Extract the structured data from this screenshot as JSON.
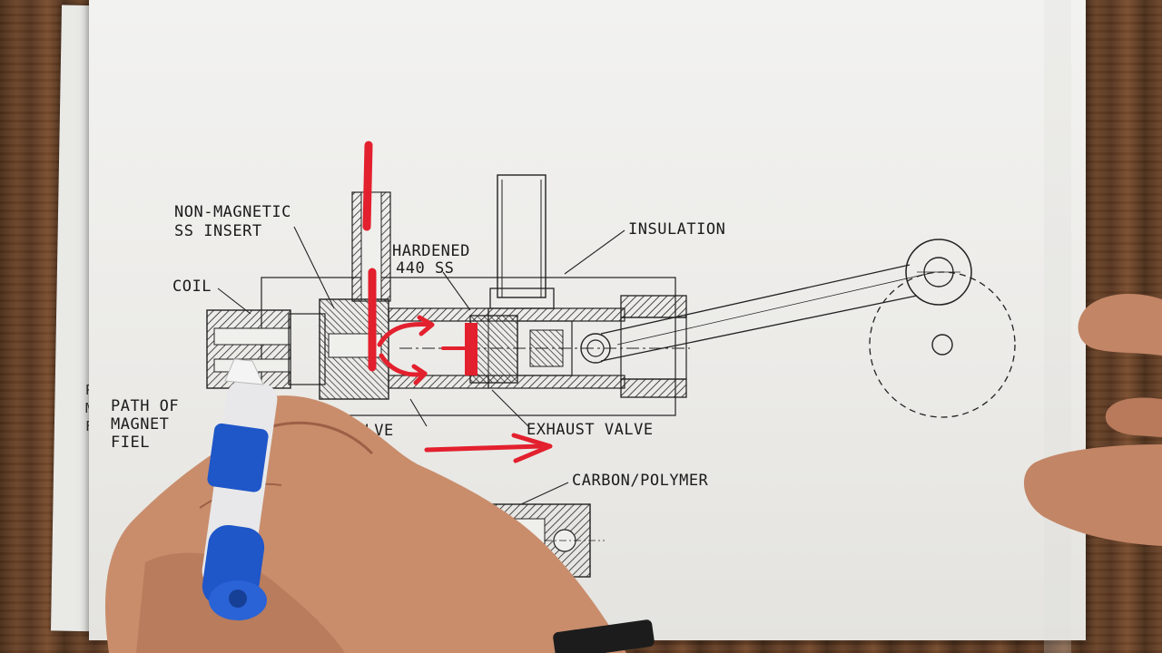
{
  "labels": {
    "non_magnetic_line1": "NON-MAGNETIC",
    "non_magnetic_line2": "SS INSERT",
    "coil": "COIL",
    "hardened_line1": "HARDENED",
    "hardened_line2": "440 SS",
    "insulation": "INSULATION",
    "path_line1": "PATH OF",
    "path_line2": "MAGNET",
    "path_line3": "FIEL",
    "intake_valve_partial": "VALVE",
    "exhaust_valve": "EXHAUST VALVE",
    "carbon_polymer": "CARBON/POLYMER"
  },
  "under_sheet": {
    "line1": "P",
    "line2": "M",
    "line3": "F"
  },
  "colors": {
    "marker_red": "#e3202e",
    "ink": "#1b1b1b",
    "marker_blue": "#1f56c8"
  },
  "icons": [
    "marker-pen-icon",
    "hand-icon"
  ]
}
